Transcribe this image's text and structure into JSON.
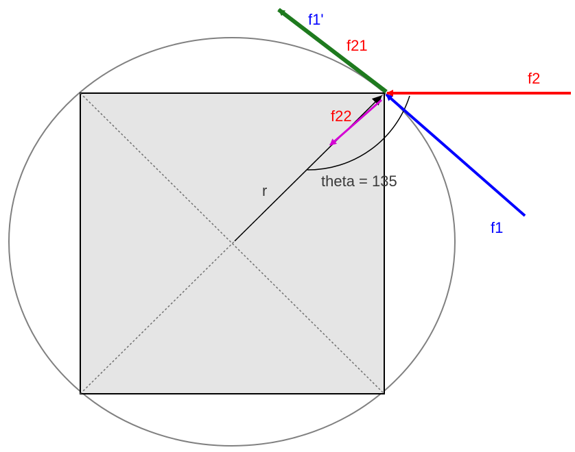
{
  "labels": {
    "f1_prime": "f1'",
    "f21": "f21",
    "f2": "f2",
    "f22": "f22",
    "theta": "theta = 135",
    "r": "r",
    "f1": "f1"
  },
  "colors": {
    "blue": "#0000ff",
    "red": "#ff0000",
    "green": "#1e7a1e",
    "magenta": "#d400d4",
    "black": "#000000",
    "circle": "#808080",
    "square_fill": "#e5e5e5",
    "diagonal": "#707070",
    "text": "#3a3a3a"
  }
}
